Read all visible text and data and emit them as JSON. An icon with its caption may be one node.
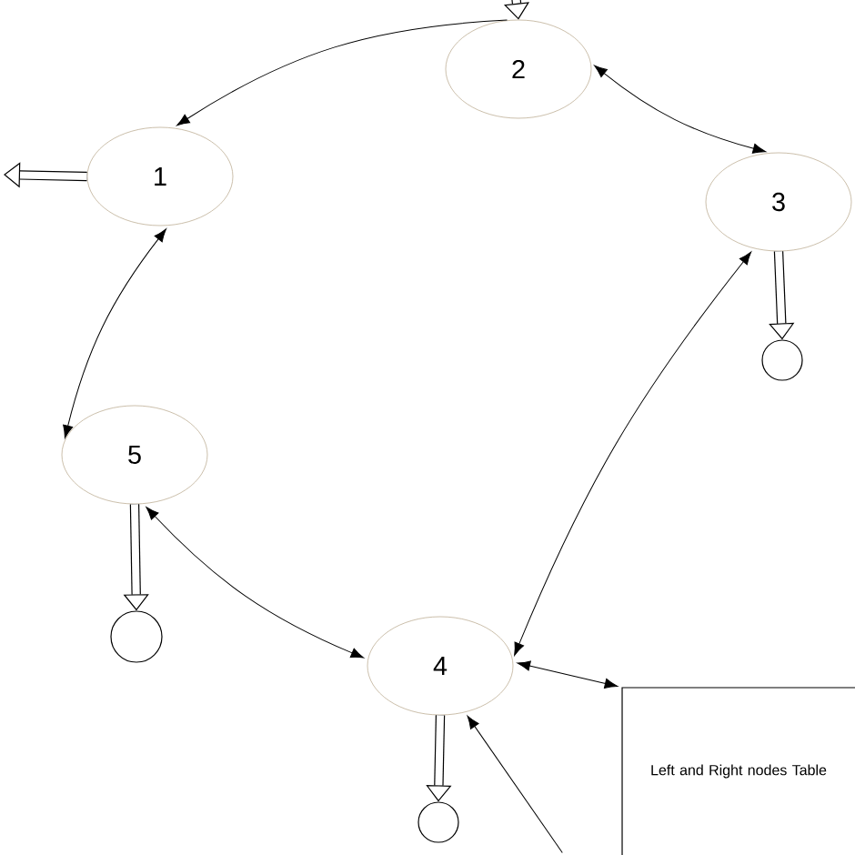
{
  "diagram": {
    "nodes": [
      {
        "text": [
          "1"
        ]
      },
      {
        "text": [
          "2"
        ]
      },
      {
        "text": [
          "3"
        ]
      },
      {
        "text": [
          "4"
        ]
      },
      {
        "text": [
          "5"
        ]
      },
      {
        "text": [],
        "shape": "circle"
      },
      {
        "text": [],
        "shape": "circle"
      },
      {
        "text": [],
        "shape": "circle"
      },
      {
        "text": [
          "Left and Right nodes Table"
        ]
      }
    ],
    "edges": [
      {
        "from": 1,
        "to": 0,
        "arrow": "to"
      },
      {
        "from": 1,
        "to": 2,
        "arrow": "both"
      },
      {
        "from": 0,
        "to": 4,
        "arrow": "both"
      },
      {
        "from": 4,
        "to": 3,
        "arrow": "both"
      },
      {
        "from": 2,
        "to": 3,
        "arrow": "both"
      },
      {
        "from": 3,
        "to": 8,
        "arrow": "both"
      },
      {
        "from": null,
        "to": 3,
        "arrow": "to"
      },
      {
        "from": 0,
        "to": null,
        "arrow": "to",
        "style": "thick"
      },
      {
        "from": null,
        "to": 1,
        "arrow": "to",
        "style": "thick"
      },
      {
        "from": 2,
        "to": 5,
        "arrow": "to",
        "style": "thick"
      },
      {
        "from": 4,
        "to": 6,
        "arrow": "to",
        "style": "thick"
      },
      {
        "from": 3,
        "to": 7,
        "arrow": "to",
        "style": "thick"
      }
    ]
  }
}
